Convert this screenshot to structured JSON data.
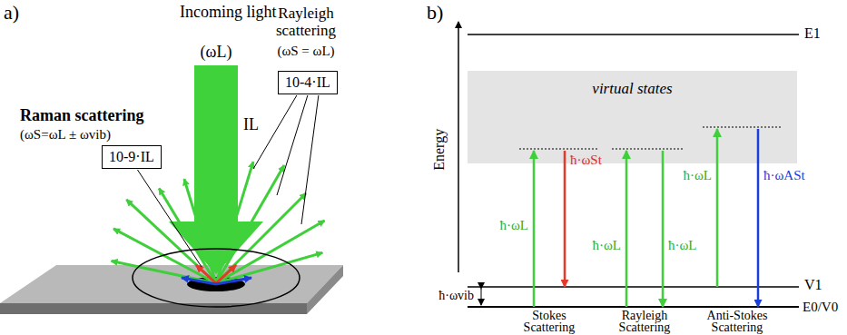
{
  "diagram": {
    "nodes": [
      {
        "text": [
          "10-9·IL"
        ]
      },
      {
        "text": [
          "10-4·IL"
        ]
      },
      {
        "text": [
          "virtual states"
        ]
      }
    ],
    "labels": [
      "a)",
      "Incoming light",
      "(ωL)",
      "IL",
      "Raman scattering",
      "(ωS=ωL ± ωvib)",
      "Rayleigh scattering",
      "(ωS = ωL)",
      "b)",
      "Energy",
      "E1",
      "V1",
      "E0/V0",
      "ħ·ωvib",
      "ħ·ωL",
      "ħ·ωSt",
      "ħ·ωL",
      "ħ·ωL",
      "ħ·ωL",
      "ħ·ωASt",
      "Stokes Scattering",
      "Rayleigh Scattering",
      "Anti-Stokes Scattering"
    ]
  }
}
